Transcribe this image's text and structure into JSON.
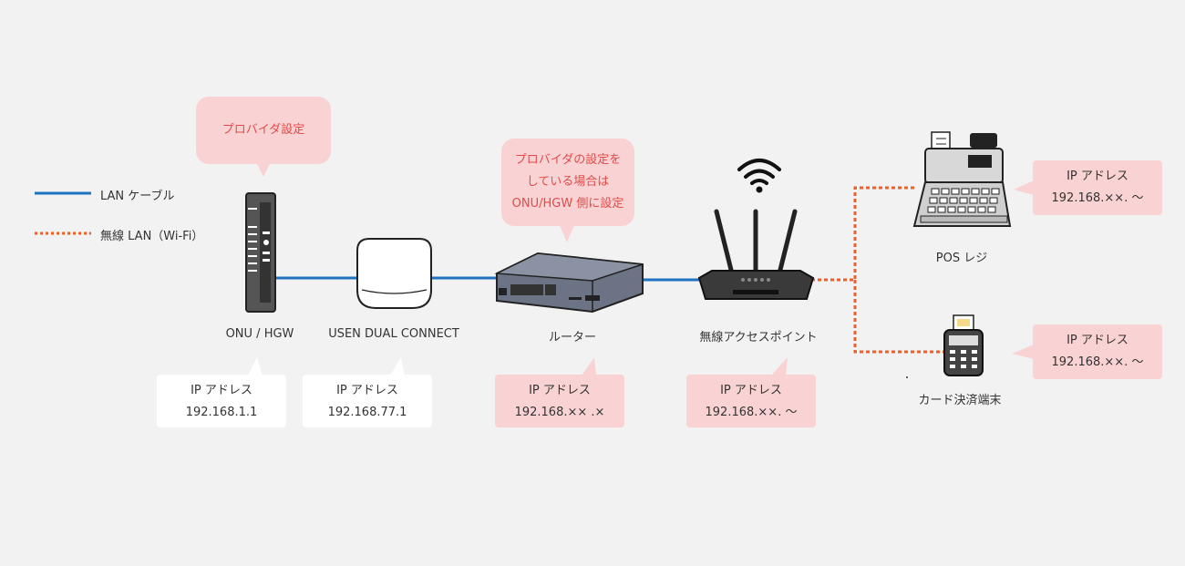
{
  "legend": {
    "lan_cable": "LAN ケーブル",
    "wireless_lan": "無線 LAN（Wi-Fi）"
  },
  "colors": {
    "lan": "#1f73c0",
    "wifi": "#e8622e",
    "bubble": "#f9d3d3",
    "bubble_text": "#e24a4a"
  },
  "devices": {
    "onu": {
      "label": "ONU / HGW",
      "ip_title": "IP アドレス",
      "ip": "192.168.1.1"
    },
    "usen": {
      "label": "USEN DUAL CONNECT",
      "ip_title": "IP アドレス",
      "ip": "192.168.77.1"
    },
    "router": {
      "label": "ルーター",
      "ip_title": "IP アドレス",
      "ip": "192.168.×× .×"
    },
    "ap": {
      "label": "無線アクセスポイント",
      "ip_title": "IP アドレス",
      "ip": "192.168.××. ～"
    },
    "pos": {
      "label": "POS レジ",
      "ip_title": "IP アドレス",
      "ip": "192.168.××. ～"
    },
    "card": {
      "label": "カード決済端末",
      "ip_title": "IP アドレス",
      "ip": "192.168.××. ～"
    }
  },
  "notes": {
    "onu_bubble": "プロバイダ設定",
    "router_bubble_line1": "プロバイダの設定を",
    "router_bubble_line2": "している場合は",
    "router_bubble_line3": "ONU/HGW 側に設定"
  }
}
